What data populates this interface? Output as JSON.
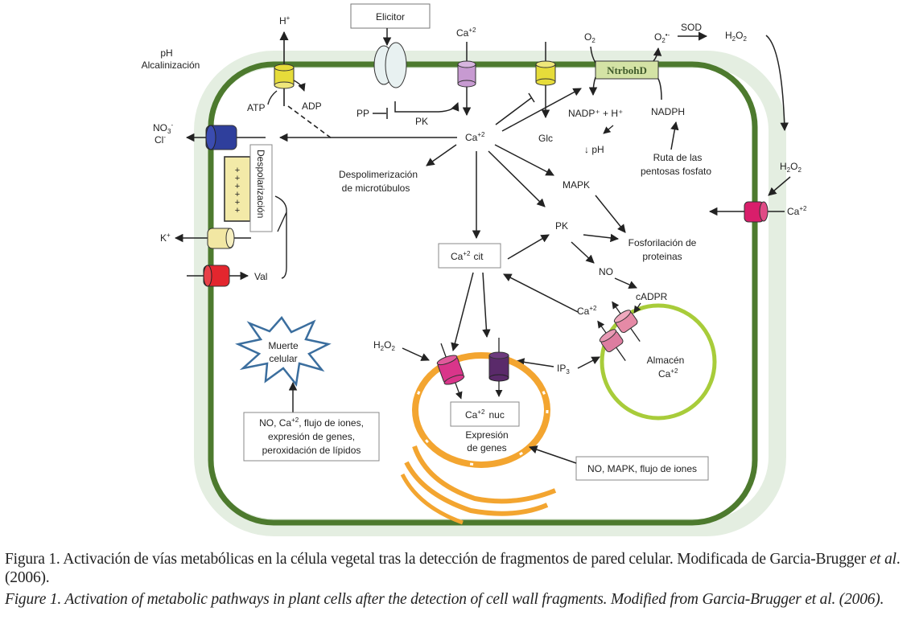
{
  "diagram": {
    "outside": {
      "ph_label": "pH",
      "alcalinizacion": "Alcalinización",
      "h_plus": "H",
      "h_plus_sup": "+",
      "elicitor": "Elicitor",
      "ca_in": "Ca",
      "ca_in_sup": "+2",
      "o2": "O",
      "o2_sub": "2",
      "superoxide": "O",
      "superoxide_sub": "2",
      "superoxide_sup": "•-",
      "sod": "SOD",
      "h2o2_top": "H2O2",
      "h2o2_right": "H2O2",
      "ca_right": "Ca",
      "ca_right_sup": "+2",
      "no3": "NO",
      "no3_sub": "3",
      "no3_sup": "-",
      "cl": "Cl",
      "cl_sup": "-",
      "k_plus": "K",
      "k_plus_sup": "+"
    },
    "membrane": {
      "nox_label": "NtrbohD",
      "atp": "ATP",
      "adp": "ADP",
      "pp": "PP",
      "pk_top": "PK",
      "glc": "Glc",
      "val": "Val",
      "despolarizacion": "Despolarización",
      "nadp": "NADP⁺ + H⁺",
      "nadph": "NADPH",
      "ph_down": "↓ pH",
      "pentosas_1": "Ruta de las",
      "pentosas_2": "pentosas fosfato"
    },
    "cytosol": {
      "ca_center": "Ca",
      "ca_center_sup": "+2",
      "despol_micro_1": "Despolimerización",
      "despol_micro_2": "de microtúbulos",
      "mapk": "MAPK",
      "pk": "PK",
      "fosforilacion_1": "Fosforilación de",
      "fosforilacion_2": "proteinas",
      "ca_cit": "Ca",
      "ca_cit_sup": "+2",
      "ca_cit_suffix": "cit",
      "no": "NO",
      "cadpr": "cADPR",
      "ca_store_out": "Ca",
      "ca_store_out_sup": "+2",
      "almacen_1": "Almacén",
      "almacen_2": "Ca",
      "almacen_2_sup": "+2",
      "ip3": "IP",
      "ip3_sub": "3",
      "h2o2_nuc": "H2O2",
      "ca_nuc": "Ca",
      "ca_nuc_sup": "+2",
      "ca_nuc_suffix": "nuc",
      "expresion_1": "Expresión",
      "expresion_2": "de genes",
      "muerte_1": "Muerte",
      "muerte_2": "celular",
      "death_box_1": "NO, Ca",
      "death_box_1_sup": "+2",
      "death_box_1_rest": ", flujo de iones,",
      "death_box_2": "expresión de genes,",
      "death_box_3": "peroxidación de lípidos",
      "nuc_box": "NO, MAPK, flujo de iones"
    },
    "colors": {
      "membrane": "#4d7a2e",
      "wall": "#e4eee1",
      "pump_yellow": "#e6dc3a",
      "channel_violet": "#c79ad1",
      "channel_blue": "#2f3f9c",
      "channel_k": "#f2e7a3",
      "channel_red": "#e3262e",
      "channel_magenta": "#d91e6b",
      "nox_fill": "#d4e3a5",
      "store_ring": "#a8cc3a",
      "nucleus": "#f3a530",
      "ca_nuc_channel_pink": "#d9358a",
      "ca_nuc_channel_purple": "#5a2a6a",
      "store_channel": "#e58aa6",
      "burst": "#3b6e9e"
    }
  },
  "caption": {
    "es_main": "Figura 1. Activación de vías metabólicas en la célula vegetal tras la detección de fragmentos de pared celular. Modificada de Garcia-Brugger ",
    "es_etal": "et al",
    "es_year": ". (2006).",
    "en_main": "Figure 1. Activation of metabolic pathways in plant cells after the detection of cell wall fragments. Modified from Garcia-Brugger et al. (2006)."
  }
}
